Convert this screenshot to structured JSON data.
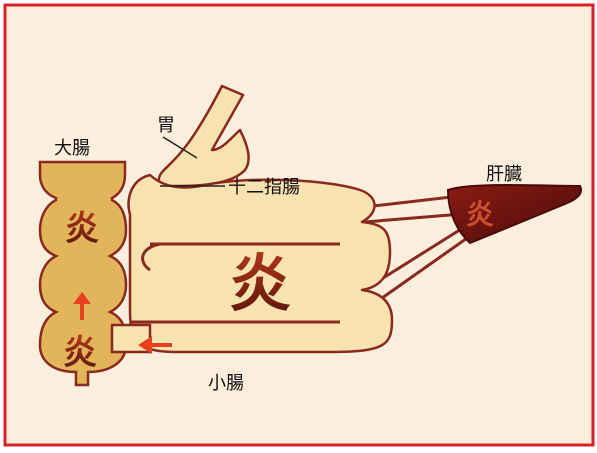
{
  "labels": {
    "stomach": "胃",
    "duodenum": "十二指腸",
    "large_intestine": "大腸",
    "liver": "肝臓",
    "small_intestine": "小腸"
  },
  "fire_glyph": "炎",
  "colors": {
    "background": "#fbeedd",
    "border": "#d8202a",
    "small_intestine_fill": "#f8e3b0",
    "large_intestine_fill": "#e2b55a",
    "liver_fill": "#6e1210",
    "connector": "#8a2a1e",
    "arrow": "#e8401e",
    "glyph": "#8a2412"
  },
  "icons": [
    "fire-glyph",
    "flow-arrow"
  ]
}
